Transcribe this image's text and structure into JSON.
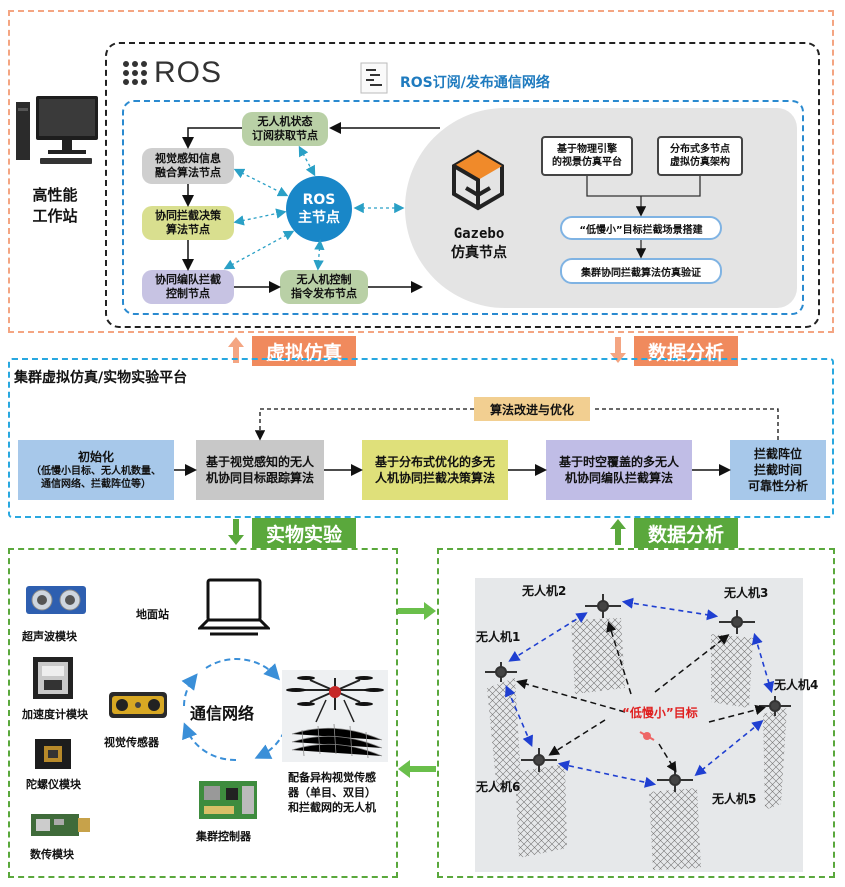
{
  "workstation": {
    "line1": "高性能",
    "line2": "工作站"
  },
  "ros": {
    "logo": "ROS",
    "network_title": "ROS订阅/发布通信网络",
    "master_line1": "ROS",
    "master_line2": "主节点",
    "nodes": {
      "state": "无人机状态\n订阅获取节点",
      "fusion": "视觉感知信息\n融合算法节点",
      "decision": "协同拦截决策\n算法节点",
      "formation": "协同编队拦截\n控制节点",
      "command": "无人机控制\n指令发布节点"
    },
    "gazebo": {
      "name_line1": "Gazebo",
      "name_line2": "仿真节点",
      "box1": "基于物理引擎\n的视景仿真平台",
      "box2": "分布式多节点\n虚拟仿真架构",
      "box3": "“低慢小”目标拦截场景搭建",
      "box4": "集群协同拦截算法仿真验证"
    }
  },
  "labels": {
    "virtual": "虚拟仿真",
    "analysis_top": "数据分析",
    "physical": "实物实验",
    "analysis_bottom": "数据分析"
  },
  "platform": {
    "title": "集群虚拟仿真/实物实验平台",
    "feedback": "算法改进与优化",
    "steps": [
      {
        "title": "初始化",
        "sub": "（低慢小目标、无人机数量、\n通信网络、拦截阵位等）"
      },
      {
        "title": "基于视觉感知的无人\n机协同目标跟踪算法",
        "sub": ""
      },
      {
        "title": "基于分布式优化的多无\n人机协同拦截决策算法",
        "sub": ""
      },
      {
        "title": "基于时空覆盖的多无人\n机协同编队拦截算法",
        "sub": ""
      },
      {
        "title": "拦截阵位\n拦截时间\n可靠性分析",
        "sub": ""
      }
    ]
  },
  "hardware": {
    "ultrasonic": "超声波模块",
    "accel": "加速度计模块",
    "gyro": "陀螺仪模块",
    "radio": "数传模块",
    "ground": "地面站",
    "vision": "视觉传感器",
    "network": "通信网络",
    "controller": "集群控制器",
    "drone_desc": "配备异构视觉传感\n器（单目、双目）\n和拦截网的无人机"
  },
  "scene": {
    "target": "“低慢小”目标",
    "uav1": "无人机1",
    "uav2": "无人机2",
    "uav3": "无人机3",
    "uav4": "无人机4",
    "uav5": "无人机5",
    "uav6": "无人机6"
  }
}
